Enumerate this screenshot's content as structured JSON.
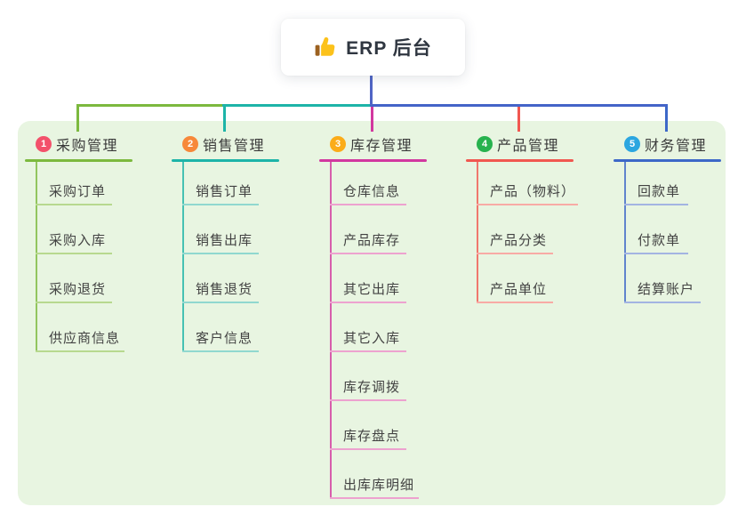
{
  "root": {
    "label": "ERP 后台",
    "icon": "thumbs-up-icon"
  },
  "colors": {
    "page_bg": "#ffffff",
    "panel_bg": "#e8f5e1",
    "root_line": "#5065c5",
    "right_bus_line": "#4464c8",
    "root_text": "#2f3640",
    "node_text": "#424242",
    "thumb_yellow": "#fcc21b",
    "thumb_cuff": "#9c6120"
  },
  "branches": [
    {
      "num": "1",
      "label": "采购管理",
      "badge_color": "#f3516b",
      "line_color": "#7cb93e",
      "light_color": "#b7d98f",
      "children": [
        "采购订单",
        "采购入库",
        "采购退货",
        "供应商信息"
      ]
    },
    {
      "num": "2",
      "label": "销售管理",
      "badge_color": "#f7883a",
      "line_color": "#1db4a8",
      "light_color": "#90d8cf",
      "children": [
        "销售订单",
        "销售出库",
        "销售退货",
        "客户信息"
      ]
    },
    {
      "num": "3",
      "label": "库存管理",
      "badge_color": "#fbac19",
      "line_color": "#d2389f",
      "light_color": "#eda2cf",
      "children": [
        "仓库信息",
        "产品库存",
        "其它出库",
        "其它入库",
        "库存调拨",
        "库存盘点",
        "出库库明细"
      ]
    },
    {
      "num": "4",
      "label": "产品管理",
      "badge_color": "#27b24e",
      "line_color": "#f15750",
      "light_color": "#f8aaa5",
      "children": [
        "产品（物料）",
        "产品分类",
        "产品单位"
      ]
    },
    {
      "num": "5",
      "label": "财务管理",
      "badge_color": "#2ba6e0",
      "line_color": "#3d68c8",
      "light_color": "#a3b4e2",
      "children": [
        "回款单",
        "付款单",
        "结算账户"
      ]
    }
  ]
}
